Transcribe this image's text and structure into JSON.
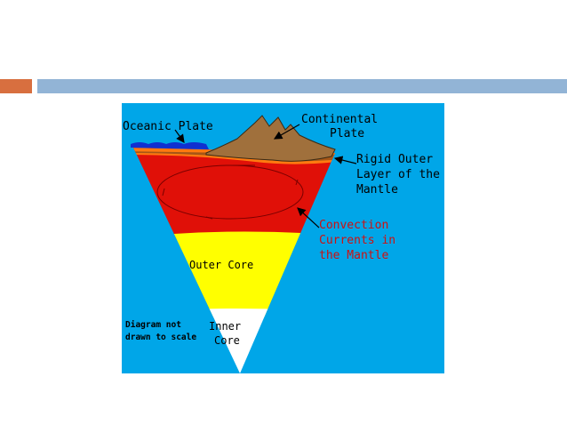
{
  "slide": {
    "accent_colors": {
      "orange": "#d86f3f",
      "blue": "#92b4d6"
    }
  },
  "diagram": {
    "background": "#00a6e8",
    "labels": {
      "oceanic_plate": "Oceanic Plate",
      "continental_line1": "Continental",
      "continental_line2": "Plate",
      "rigid_line1": "Rigid Outer",
      "rigid_line2": "Layer of the",
      "rigid_line3": "Mantle",
      "convection_line1": "Convection",
      "convection_line2": "Currents in",
      "convection_line3": "the Mantle",
      "outer_core": "Outer Core",
      "inner_line1": "Inner",
      "inner_line2": "Core",
      "note_line1": "Diagram not",
      "note_line2": "drawn to scale"
    },
    "colors": {
      "mantle": "#e01008",
      "outer_core": "#ffff00",
      "inner_core": "#ffffff",
      "rigid_layer": "#ff7a10",
      "continent": "#a0703c",
      "ocean": "#1030d0",
      "convection_text": "#d01010"
    }
  }
}
